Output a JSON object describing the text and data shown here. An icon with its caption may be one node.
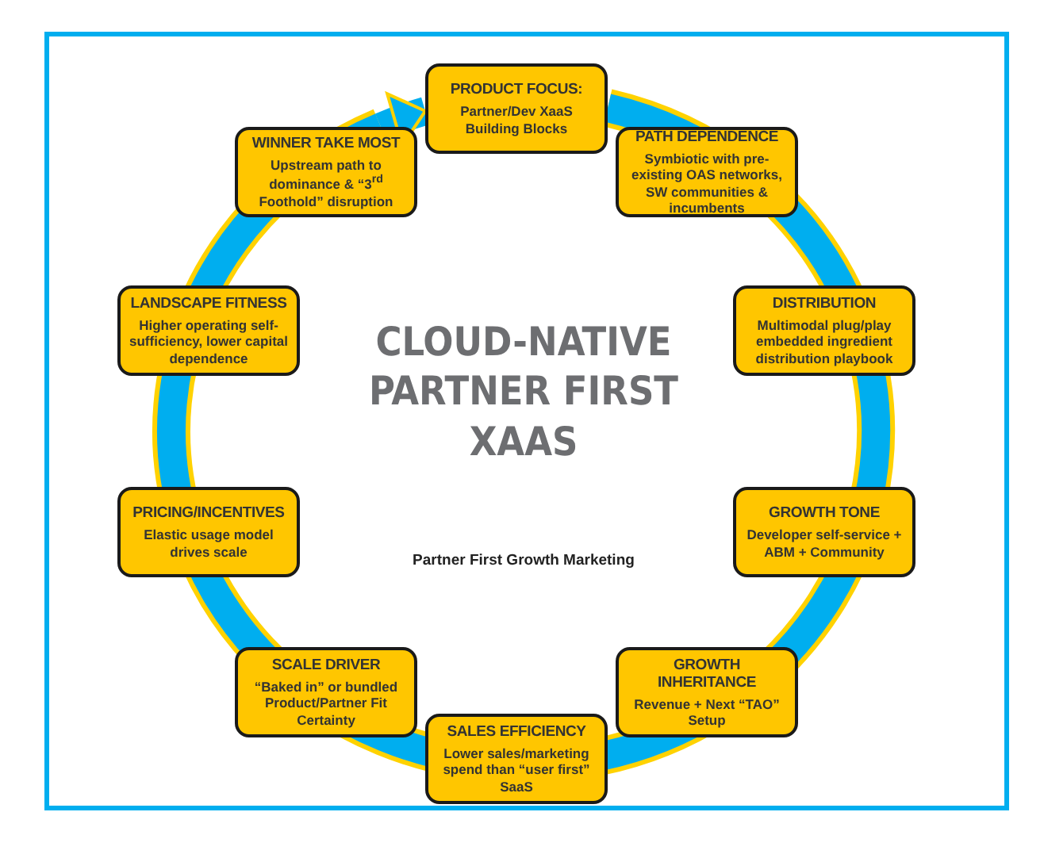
{
  "diagram": {
    "title": "CLOUD-NATIVE PARTNER FIRST XAAS",
    "nodes": [
      {
        "text": [
          "PRODUCT FOCUS:",
          "Partner/Dev XaaS Building Blocks"
        ]
      },
      {
        "text": [
          "PATH DEPENDENCE",
          "Symbiotic with pre-existing OAS networks, SW communities & incumbents"
        ]
      },
      {
        "text": [
          "DISTRIBUTION",
          "Multimodal plug/play embedded ingredient distribution playbook"
        ]
      },
      {
        "text": [
          "GROWTH TONE",
          "Developer self-service + ABM + Community"
        ]
      },
      {
        "text": [
          "GROWTH INHERITANCE",
          "Revenue + Next “TAO” Setup"
        ]
      },
      {
        "text": [
          "SALES EFFICIENCY",
          "Lower sales/marketing spend than “user first” SaaS"
        ]
      },
      {
        "text": [
          "SCALE DRIVER",
          "“Baked in” or bundled Product/Partner Fit Certainty"
        ]
      },
      {
        "text": [
          "PRICING/INCENTIVES",
          "Elastic usage model drives scale"
        ]
      },
      {
        "text": [
          "LANDSCAPE FITNESS",
          "Higher operating self-sufficiency, lower capital dependence"
        ]
      },
      {
        "text": [
          "WINNER TAKE MOST",
          "Upstream path to dominance & “3$^{rd}$ Foothold” disruption"
        ]
      }
    ],
    "edges": [
      {
        "from": 9,
        "to": 0,
        "arrow": "to"
      }
    ],
    "labels": [
      "Partner First Growth Marketing"
    ]
  }
}
